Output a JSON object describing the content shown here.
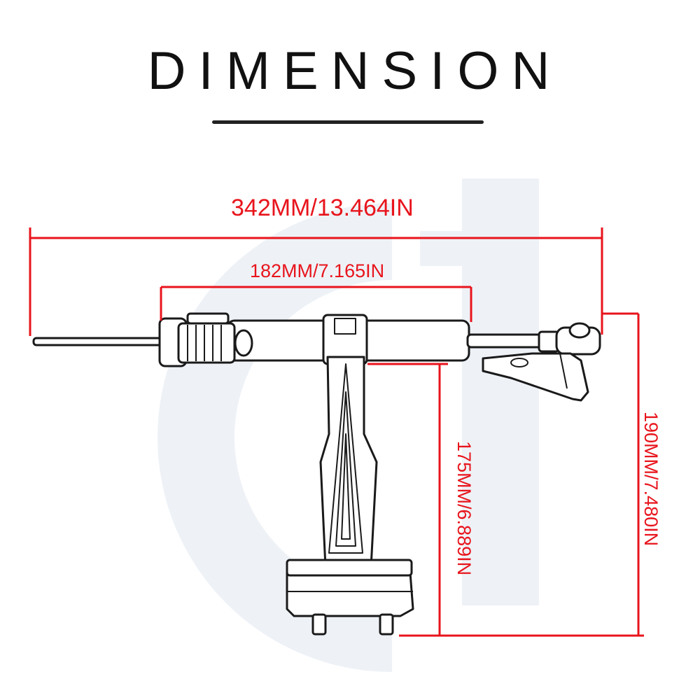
{
  "title": "DIMENSION",
  "dimensions": {
    "overall_length": "342MM/13.464IN",
    "damper_body_length": "182MM/7.165IN",
    "bracket_height": "175MM/6.889IN",
    "total_height": "190MM/7.480IN"
  },
  "colors": {
    "dimension_line": "#e8141c",
    "outline": "#1a1a1a",
    "watermark": "#eef1f6"
  }
}
